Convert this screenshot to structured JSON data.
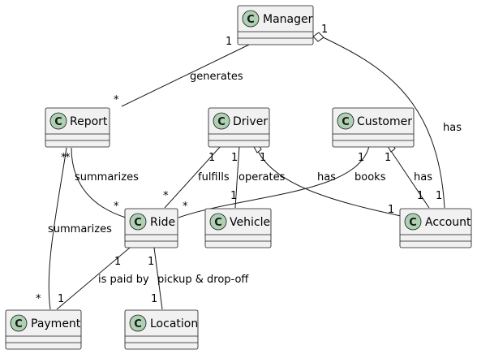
{
  "classes": {
    "manager": {
      "name": "Manager",
      "stereotype": "C"
    },
    "report": {
      "name": "Report",
      "stereotype": "C"
    },
    "driver": {
      "name": "Driver",
      "stereotype": "C"
    },
    "customer": {
      "name": "Customer",
      "stereotype": "C"
    },
    "ride": {
      "name": "Ride",
      "stereotype": "C"
    },
    "vehicle": {
      "name": "Vehicle",
      "stereotype": "C"
    },
    "account": {
      "name": "Account",
      "stereotype": "C"
    },
    "payment": {
      "name": "Payment",
      "stereotype": "C"
    },
    "location": {
      "name": "Location",
      "stereotype": "C"
    }
  },
  "relations": {
    "manager_report": {
      "label": "generates",
      "from_mult": "1",
      "to_mult": "*"
    },
    "manager_account": {
      "label": "has",
      "from_mult": "1",
      "to_mult": "1"
    },
    "report_ride": {
      "label": "summarizes",
      "from_mult": "*",
      "to_mult": "*"
    },
    "report_payment": {
      "label": "summarizes",
      "from_mult": "*",
      "to_mult": "*"
    },
    "driver_ride": {
      "label": "fulfills",
      "from_mult": "1",
      "to_mult": "*"
    },
    "driver_vehicle": {
      "label": "operates",
      "from_mult": "1",
      "to_mult": "1"
    },
    "driver_account": {
      "label": "has",
      "from_mult": "1",
      "to_mult": "1"
    },
    "customer_ride": {
      "label": "books",
      "from_mult": "1",
      "to_mult": "*"
    },
    "customer_account": {
      "label": "has",
      "from_mult": "1",
      "to_mult": "1"
    },
    "ride_payment": {
      "label": "is paid by",
      "from_mult": "1",
      "to_mult": "1"
    },
    "ride_location": {
      "label": "pickup & drop-off",
      "from_mult": "1",
      "to_mult": "1"
    }
  }
}
